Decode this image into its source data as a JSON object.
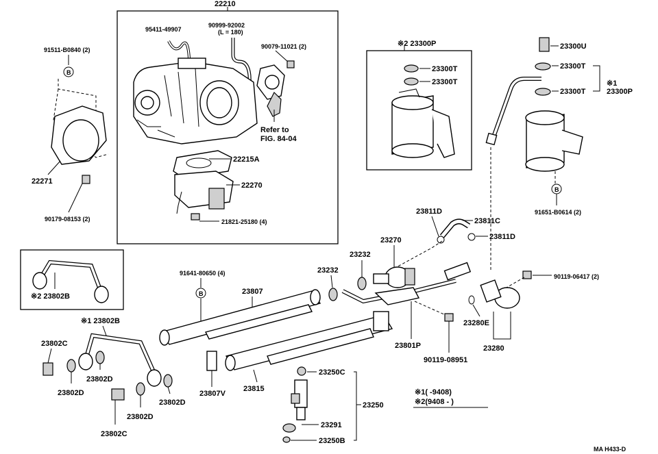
{
  "labels": {
    "l22210": "22210",
    "l95411": "95411-49907",
    "l90999": "90999-92002",
    "l90999len": "(L = 180)",
    "l90079": "90079-11021 (2)",
    "l91511": "91511-B0840 (2)",
    "lB1": "B",
    "lrefer1": "Refer to",
    "lrefer2": "FIG. 84-04",
    "l22271": "22271",
    "l22215A": "22215A",
    "l22270": "22270",
    "l90179": "90179-08153 (2)",
    "l21821": "21821-25180 (4)",
    "l23300P_box": "※2 23300P",
    "l23300T_a": "23300T",
    "l23300T_b": "23300T",
    "l23300U": "23300U",
    "l23300T_c": "23300T",
    "l23300T_d": "23300T",
    "l_star1": "※1",
    "l23300P": "23300P",
    "lB2": "B",
    "l91651": "91651-B0614 (2)",
    "l23811D_a": "23811D",
    "l23811C": "23811C",
    "l23811D_b": "23811D",
    "l23270": "23270",
    "l23232_a": "23232",
    "l23232_b": "23232",
    "l90119_a": "90119-06417 (2)",
    "l91641": "91641-80650 (4)",
    "lB3": "B",
    "l23807": "23807",
    "l23802B_box": "※2 23802B",
    "l23802B": "※1 23802B",
    "l23802C_a": "23802C",
    "l23802D_a": "23802D",
    "l23802D_b": "23802D",
    "l23802D_c": "23802D",
    "l23802D_d": "23802D",
    "l23802C_b": "23802C",
    "l23807V": "23807V",
    "l23815": "23815",
    "l23801P": "23801P",
    "l23280E": "23280E",
    "l23280": "23280",
    "l90119_b": "90119-08951",
    "l23250C": "23250C",
    "l23250": "23250",
    "l23291": "23291",
    "l23250B": "23250B",
    "legend1": "※1(      -9408)",
    "legend2": "※2(9408 -       )",
    "footer": "MA  H433-D"
  }
}
